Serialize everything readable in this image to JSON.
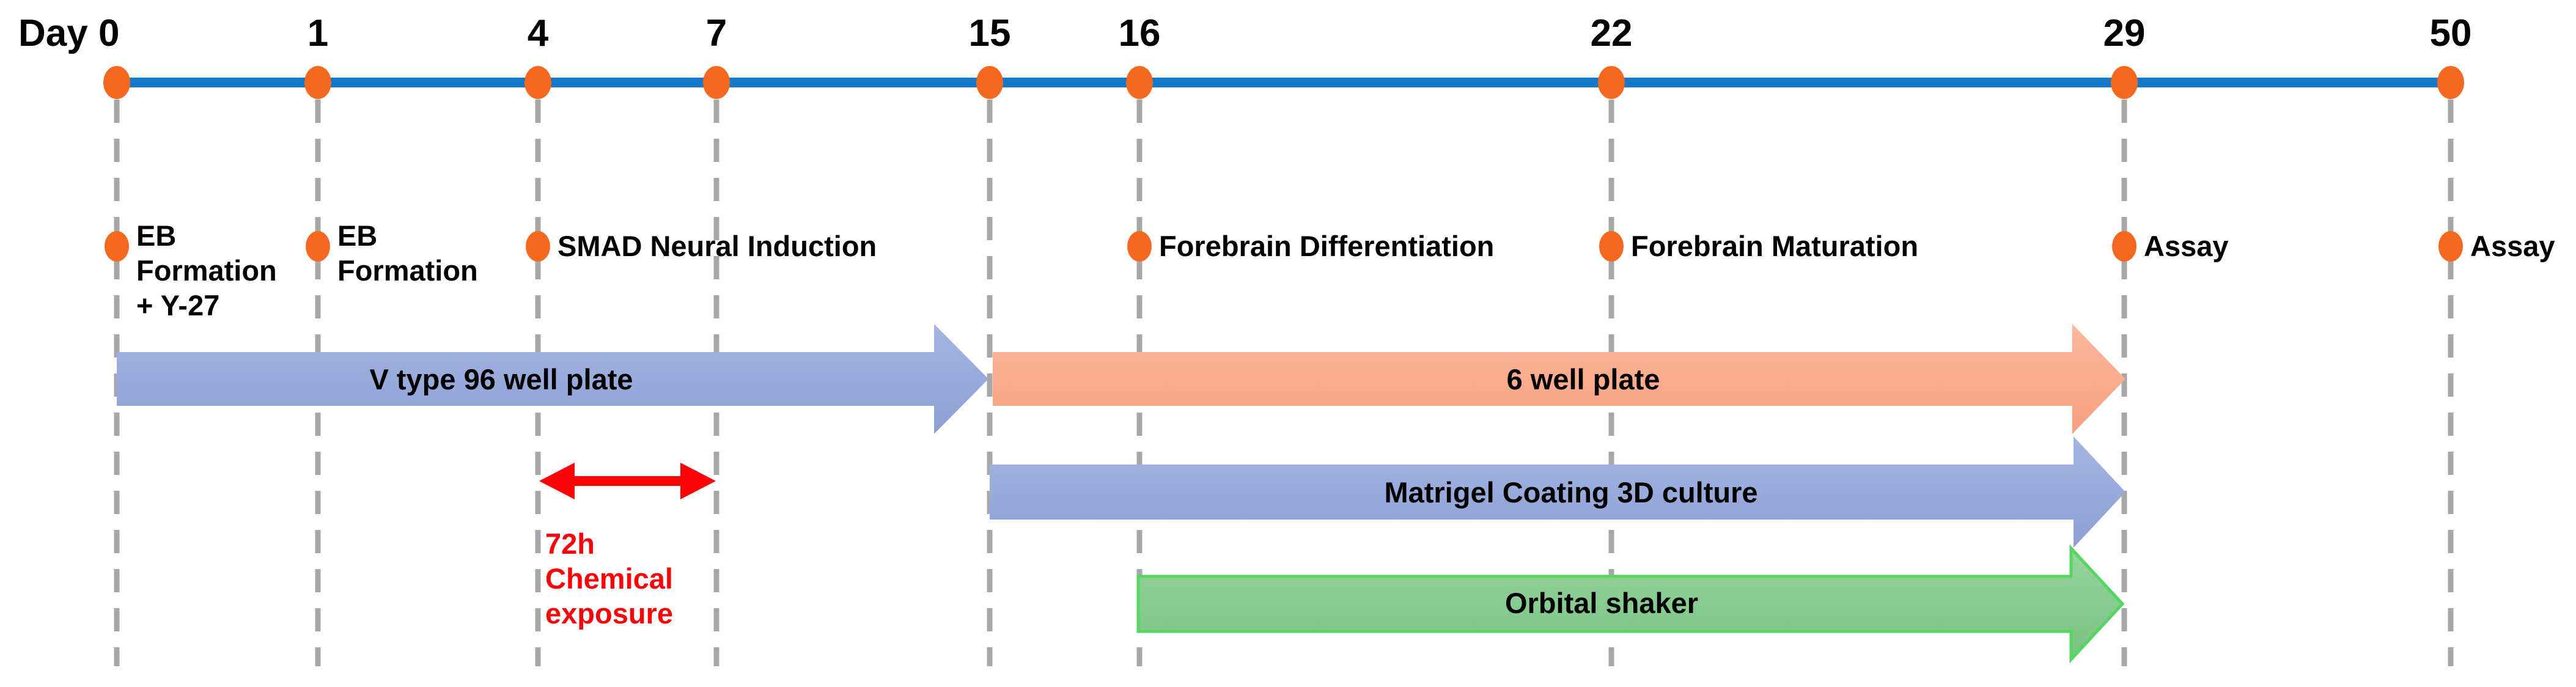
{
  "figure": {
    "description": "Organoid differentiation protocol timeline",
    "axis_prefix": "Day"
  },
  "days": [
    {
      "label": "0"
    },
    {
      "label": "1"
    },
    {
      "label": "4"
    },
    {
      "label": "7"
    },
    {
      "label": "15"
    },
    {
      "label": "16"
    },
    {
      "label": "22"
    },
    {
      "label": "29"
    },
    {
      "label": "50"
    }
  ],
  "events": [
    {
      "day": "0",
      "lines": [
        "EB",
        "Formation",
        "+ Y-27"
      ]
    },
    {
      "day": "1",
      "lines": [
        "EB",
        "Formation"
      ]
    },
    {
      "day": "4",
      "label": "SMAD Neural Induction"
    },
    {
      "day": "16",
      "label": "Forebrain Differentiation"
    },
    {
      "day": "22",
      "label": "Forebrain Maturation"
    },
    {
      "day": "29",
      "label": "Assay"
    },
    {
      "day": "50",
      "label": "Assay"
    }
  ],
  "arrows": [
    {
      "label": "V type 96 well plate",
      "start_day": "0",
      "end_day": "15",
      "color": "#92A7DA"
    },
    {
      "label": "6 well plate",
      "start_day": "15",
      "end_day": "29",
      "color": "#F9AA8C"
    },
    {
      "label": "Matrigel Coating 3D culture",
      "start_day": "15",
      "end_day": "29",
      "color": "#92A7DA"
    },
    {
      "label": "Orbital shaker",
      "start_day": "16",
      "end_day": "29",
      "color": "#83C98C"
    }
  ],
  "annotation": {
    "lines": [
      "72h",
      "Chemical",
      "exposure"
    ],
    "color": "#FB0408",
    "from_day": "4",
    "to_day": "7"
  },
  "colors": {
    "timeline": "#1478C8",
    "marker": "#F4681F",
    "gridline": "#A7A7A7"
  }
}
